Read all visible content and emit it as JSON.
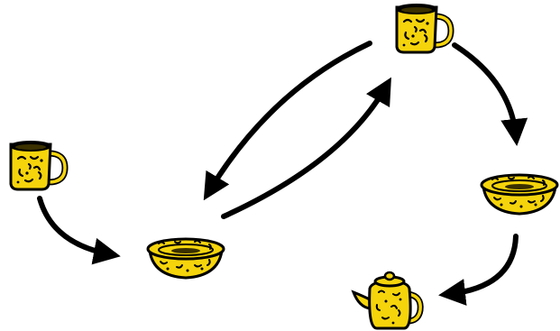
{
  "colors": {
    "pottery_fill": "#F5D40C",
    "outline": "#000000",
    "background": "#FFFFFF"
  },
  "nodes": [
    {
      "id": "mug-top",
      "kind": "mug"
    },
    {
      "id": "mug-left",
      "kind": "mug"
    },
    {
      "id": "bowl-center",
      "kind": "bowl"
    },
    {
      "id": "bowl-right",
      "kind": "bowl"
    },
    {
      "id": "teapot",
      "kind": "teapot"
    }
  ],
  "edges": [
    {
      "from": "mug-left",
      "to": "bowl-center"
    },
    {
      "from": "mug-top",
      "to": "bowl-center"
    },
    {
      "from": "bowl-center",
      "to": "mug-top"
    },
    {
      "from": "mug-top",
      "to": "bowl-right"
    },
    {
      "from": "bowl-right",
      "to": "teapot"
    }
  ]
}
